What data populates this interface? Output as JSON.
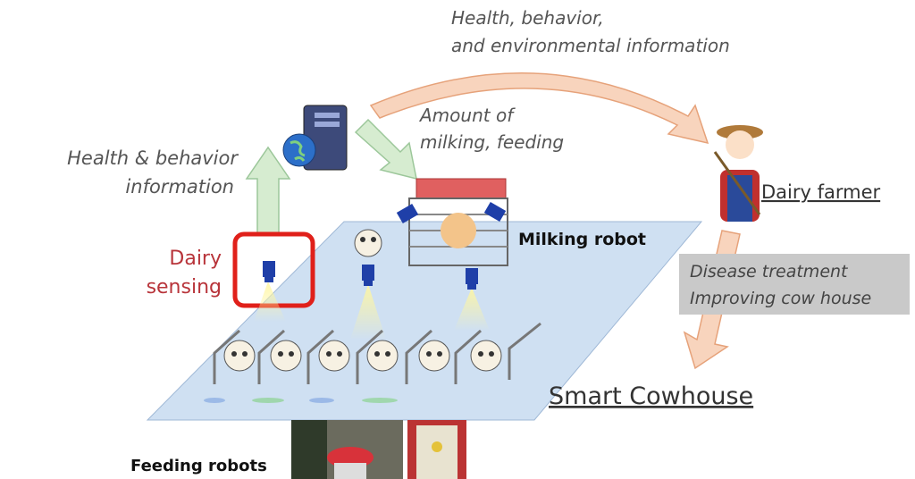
{
  "labels": {
    "top_info_line1": "Health, behavior,",
    "top_info_line2": "and environmental information",
    "amount_line1": "Amount of",
    "amount_line2": "milking, feeding",
    "health_line1": "Health & behavior",
    "health_line2": "information",
    "sensing_line1": "Dairy",
    "sensing_line2": "sensing",
    "milking_robot": "Milking robot",
    "dairy_farmer": "Dairy farmer",
    "treatment_line1": "Disease treatment",
    "treatment_line2": "Improving cow house",
    "smart_cowhouse": "Smart Cowhouse",
    "feeding_robots": "Feeding robots"
  },
  "colors": {
    "floor": "#cfe0f2",
    "orange_arrow": "#f8d4bd",
    "green_arrow": "#d6ecd0",
    "sensing_red": "#c0302e",
    "camera_blue": "#1f3fa8",
    "grey_box": "#c9c9c9"
  }
}
